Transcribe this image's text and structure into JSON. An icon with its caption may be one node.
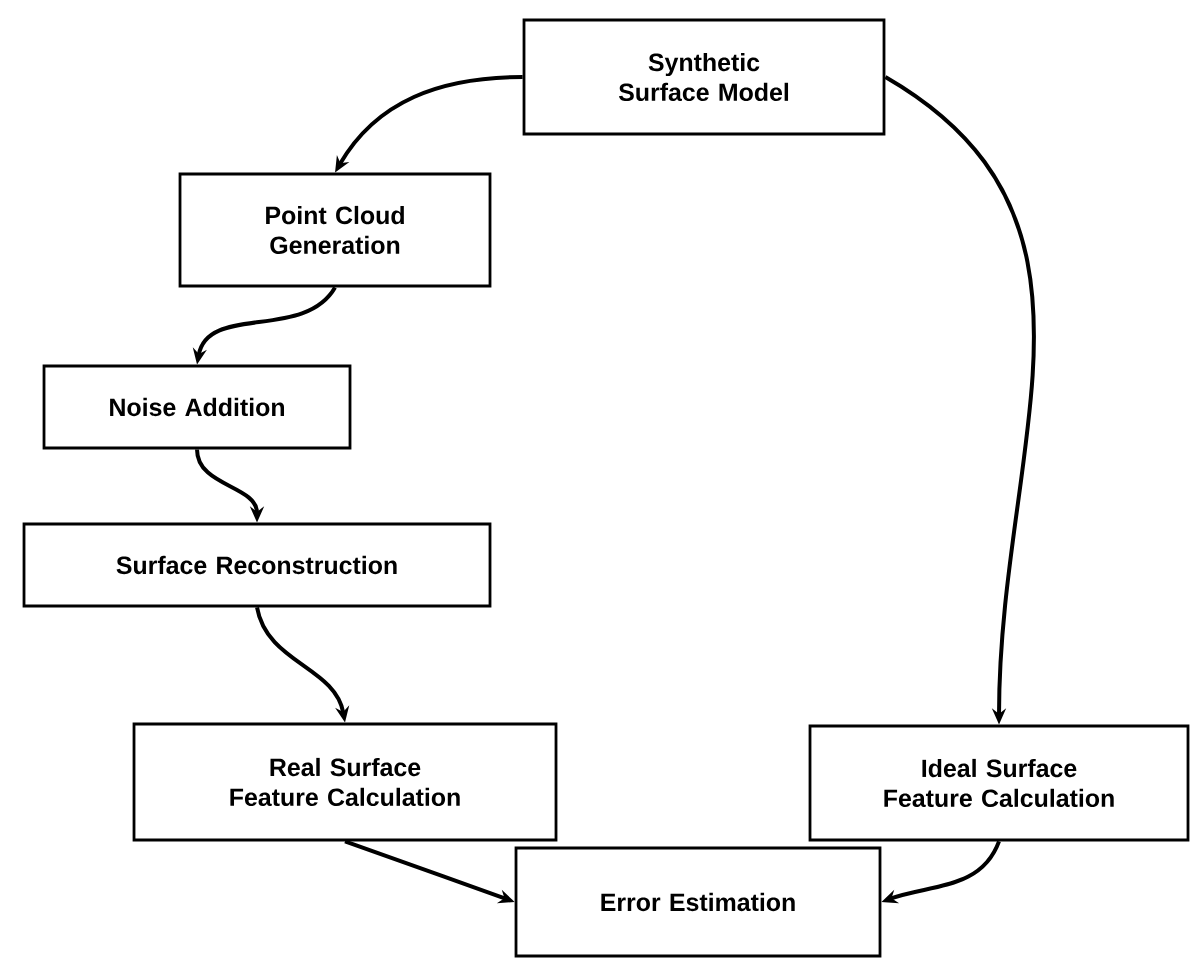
{
  "diagram": {
    "nodes": [
      {
        "text": [
          "Synthetic Surface Model"
        ]
      },
      {
        "text": [
          "Point Cloud Generation"
        ]
      },
      {
        "text": [
          "Noise Addition"
        ]
      },
      {
        "text": [
          "Surface Reconstruction"
        ]
      },
      {
        "text": [
          "Real Surface Feature Calculation"
        ]
      },
      {
        "text": [
          "Ideal Surface Feature Calculation"
        ]
      },
      {
        "text": [
          "Error Estimation"
        ]
      }
    ],
    "edges": [
      {
        "from": 0,
        "to": 1,
        "arrow": "to"
      },
      {
        "from": 0,
        "to": 5,
        "arrow": "to"
      },
      {
        "from": 1,
        "to": 2,
        "arrow": "to"
      },
      {
        "from": 2,
        "to": 3,
        "arrow": "to"
      },
      {
        "from": 3,
        "to": 4,
        "arrow": "to"
      },
      {
        "from": 4,
        "to": 6,
        "arrow": "to"
      },
      {
        "from": 5,
        "to": 6,
        "arrow": "to"
      }
    ]
  }
}
